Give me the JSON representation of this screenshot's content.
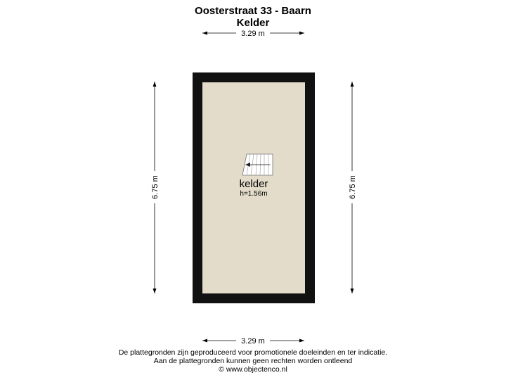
{
  "header": {
    "address": "Oosterstraat 33 - Baarn",
    "floor": "Kelder"
  },
  "dimensions": {
    "top_width": "3.29 m",
    "bottom_width": "3.29 m",
    "left_height": "6.75 m",
    "right_height": "6.75 m"
  },
  "room": {
    "name": "kelder",
    "height": "h=1.56m"
  },
  "footer": {
    "line1": "De plattegronden zijn geproduceerd voor promotionele doeleinden en ter indicatie.",
    "line2": "Aan de plattegronden kunnen geen rechten worden ontleend",
    "line3": "© www.objectenco.nl"
  },
  "colors": {
    "wall": "#111111",
    "floor": "#e3dccb",
    "stairs": "#ffffff"
  }
}
